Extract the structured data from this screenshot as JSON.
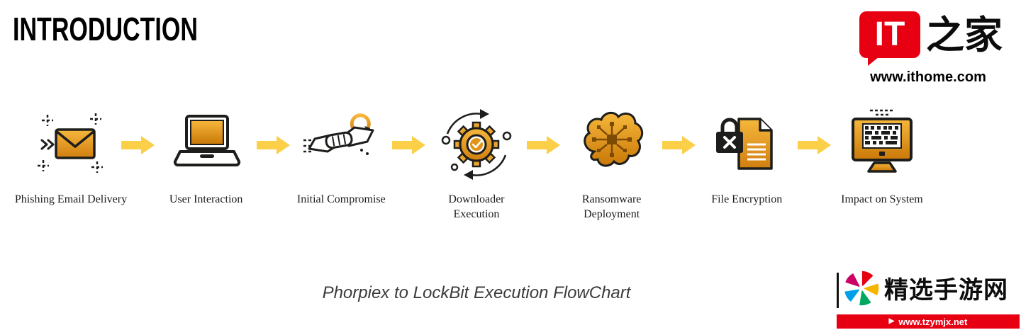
{
  "page": {
    "title": "INTRODUCTION"
  },
  "header_logo": {
    "brand_short": "IT",
    "brand_cn": "之家",
    "url": "www.ithome.com"
  },
  "flow": {
    "steps": [
      {
        "label": "Phishing Email Delivery",
        "icon": "phishing-email-icon"
      },
      {
        "label": "User Interaction",
        "icon": "laptop-icon"
      },
      {
        "label": "Initial Compromise",
        "icon": "handshake-refresh-icon"
      },
      {
        "label": "Downloader Execution",
        "icon": "gear-checkmark-icon"
      },
      {
        "label": "Ransomware Deployment",
        "icon": "brain-circuit-icon"
      },
      {
        "label": "File Encryption",
        "icon": "locked-file-icon"
      },
      {
        "label": "Impact on System",
        "icon": "monitor-qr-icon"
      }
    ],
    "arrow_icon": "right-block-arrow-icon"
  },
  "caption": "Phorpiex to LockBit Execution FlowChart",
  "watermark": {
    "site_name": "精选手游网",
    "url": "www.tzymjx.net",
    "logo": "pinwheel-icon"
  },
  "colors": {
    "arrow_yellow": "#FBD048",
    "icon_gold_light": "#F6B73C",
    "icon_gold_dark": "#D07F10",
    "brand_red": "#E60012",
    "outline": "#1d1d1b"
  }
}
